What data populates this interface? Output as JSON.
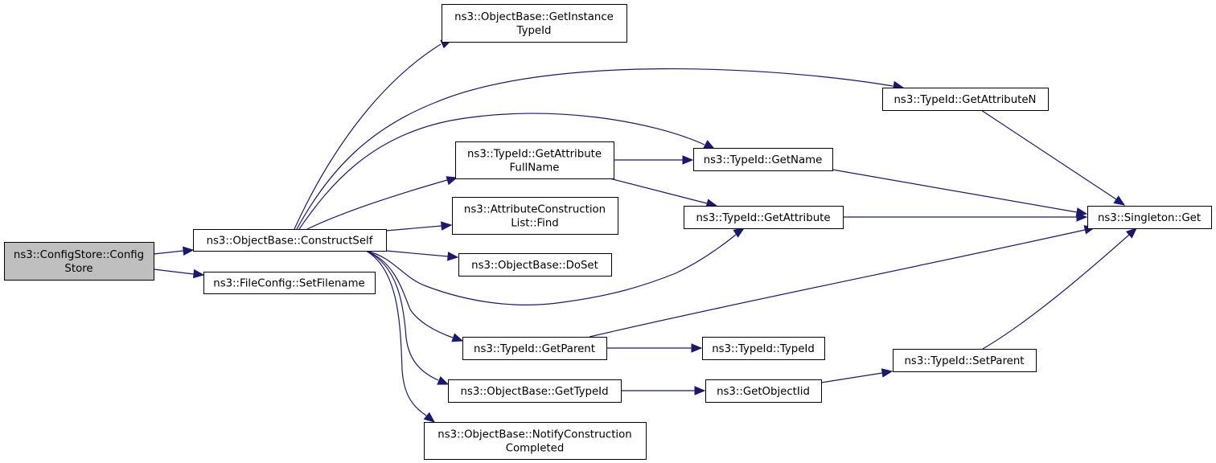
{
  "diagram": {
    "title": "Call graph of ns3::ConfigStore::ConfigStore",
    "edge_color": "#191970",
    "root_fill": "#bfbfbf",
    "node_fill": "#ffffff",
    "nodes": [
      {
        "id": "configstore",
        "lines": [
          "ns3::ConfigStore::Config",
          "Store"
        ],
        "root": true
      },
      {
        "id": "constructself",
        "lines": [
          "ns3::ObjectBase::ConstructSelf"
        ]
      },
      {
        "id": "setfilename",
        "lines": [
          "ns3::FileConfig::SetFilename"
        ]
      },
      {
        "id": "getinstancetypeid",
        "lines": [
          "ns3::ObjectBase::GetInstance",
          "TypeId"
        ]
      },
      {
        "id": "getattributefullname",
        "lines": [
          "ns3::TypeId::GetAttribute",
          "FullName"
        ]
      },
      {
        "id": "attrconstructionlistfind",
        "lines": [
          "ns3::AttributeConstruction",
          "List::Find"
        ]
      },
      {
        "id": "doset",
        "lines": [
          "ns3::ObjectBase::DoSet"
        ]
      },
      {
        "id": "getparent",
        "lines": [
          "ns3::TypeId::GetParent"
        ]
      },
      {
        "id": "gettypeid",
        "lines": [
          "ns3::ObjectBase::GetTypeId"
        ]
      },
      {
        "id": "notifyconstructioncompleted",
        "lines": [
          "ns3::ObjectBase::NotifyConstruction",
          "Completed"
        ]
      },
      {
        "id": "getattributen",
        "lines": [
          "ns3::TypeId::GetAttributeN"
        ]
      },
      {
        "id": "getname",
        "lines": [
          "ns3::TypeId::GetName"
        ]
      },
      {
        "id": "getattribute",
        "lines": [
          "ns3::TypeId::GetAttribute"
        ]
      },
      {
        "id": "typeidctor",
        "lines": [
          "ns3::TypeId::TypeId"
        ]
      },
      {
        "id": "getobjectiid",
        "lines": [
          "ns3::GetObjectIid"
        ]
      },
      {
        "id": "setparent",
        "lines": [
          "ns3::TypeId::SetParent"
        ]
      },
      {
        "id": "singletonget",
        "lines": [
          "ns3::Singleton::Get"
        ]
      }
    ],
    "edges": [
      {
        "from": "configstore",
        "to": "constructself"
      },
      {
        "from": "configstore",
        "to": "setfilename"
      },
      {
        "from": "constructself",
        "to": "getinstancetypeid"
      },
      {
        "from": "constructself",
        "to": "getattributen"
      },
      {
        "from": "constructself",
        "to": "getname"
      },
      {
        "from": "constructself",
        "to": "getattributefullname"
      },
      {
        "from": "constructself",
        "to": "attrconstructionlistfind"
      },
      {
        "from": "constructself",
        "to": "doset"
      },
      {
        "from": "constructself",
        "to": "getattribute"
      },
      {
        "from": "constructself",
        "to": "getparent"
      },
      {
        "from": "constructself",
        "to": "gettypeid"
      },
      {
        "from": "constructself",
        "to": "notifyconstructioncompleted"
      },
      {
        "from": "getattributefullname",
        "to": "getname"
      },
      {
        "from": "getattributefullname",
        "to": "getattribute"
      },
      {
        "from": "getattributen",
        "to": "singletonget"
      },
      {
        "from": "getname",
        "to": "singletonget"
      },
      {
        "from": "getattribute",
        "to": "singletonget"
      },
      {
        "from": "getparent",
        "to": "singletonget"
      },
      {
        "from": "getparent",
        "to": "typeidctor"
      },
      {
        "from": "gettypeid",
        "to": "getobjectiid"
      },
      {
        "from": "getobjectiid",
        "to": "setparent"
      },
      {
        "from": "setparent",
        "to": "singletonget"
      }
    ]
  }
}
